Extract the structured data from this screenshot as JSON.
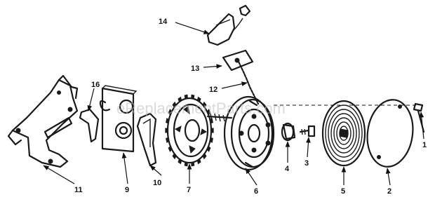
{
  "watermark": "eReplacementParts.com",
  "callouts": {
    "p1": "1",
    "p2": "2",
    "p3": "3",
    "p4": "4",
    "p5": "5",
    "p6": "6",
    "p7": "7",
    "p9": "9",
    "p10": "10",
    "p11": "11",
    "p12": "12",
    "p13": "13",
    "p14": "14",
    "p16": "16"
  },
  "colors": {
    "ink": "#1a1a1a",
    "paper": "#ffffff",
    "watermark": "#bdbdbd"
  }
}
